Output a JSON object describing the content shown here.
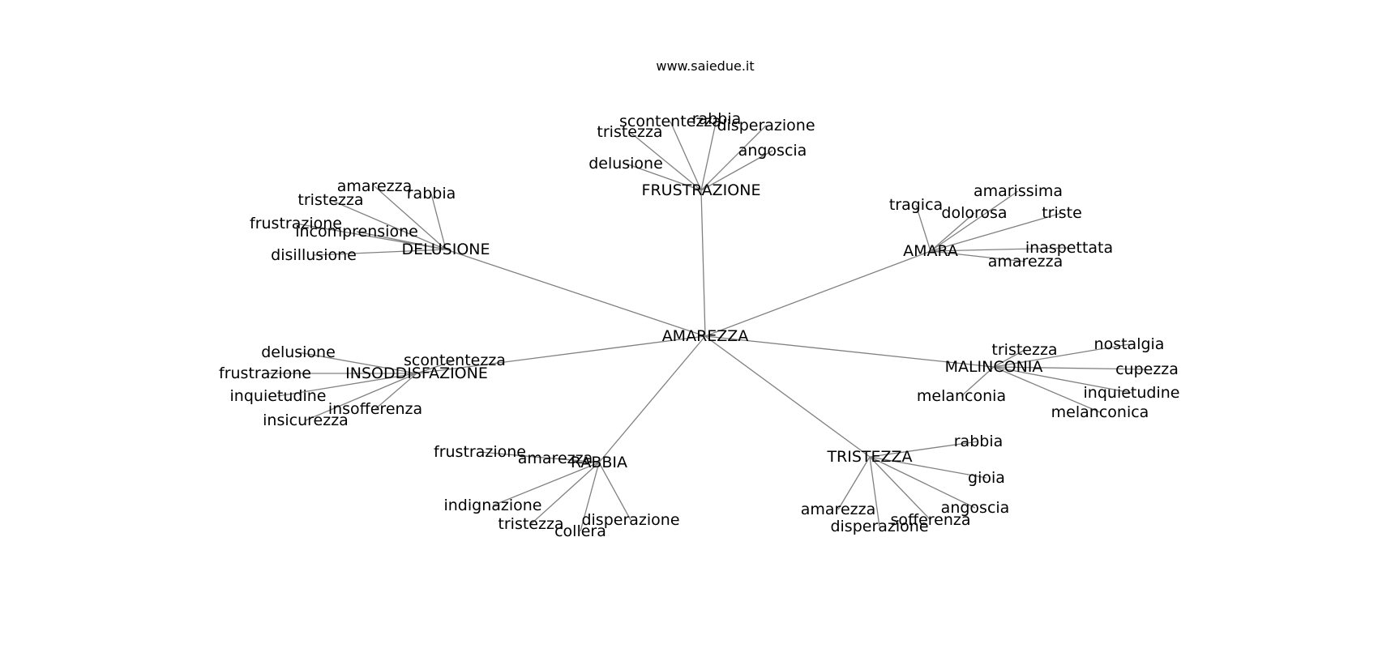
{
  "site": "www.saiedue.it",
  "colors": {
    "edge": "#808080",
    "text": "#000000",
    "background": "#ffffff"
  },
  "graph": {
    "root": "AMAREZZA",
    "branches": [
      {
        "id": "frustrazione",
        "label": "FRUSTRAZIONE",
        "leaves": [
          "scontentezza",
          "rabbia",
          "disperazione",
          "tristezza",
          "angoscia",
          "delusione"
        ]
      },
      {
        "id": "delusione",
        "label": "DELUSIONE",
        "leaves": [
          "amarezza",
          "rabbia",
          "tristezza",
          "frustrazione",
          "incomprensione",
          "disillusione"
        ]
      },
      {
        "id": "amara",
        "label": "AMARA",
        "leaves": [
          "amarissima",
          "tragica",
          "dolorosa",
          "triste",
          "inaspettata",
          "amarezza"
        ]
      },
      {
        "id": "insoddisfazione",
        "label": "INSODDISFAZIONE",
        "leaves": [
          "delusione",
          "scontentezza",
          "frustrazione",
          "inquietudine",
          "insofferenza",
          "insicurezza"
        ]
      },
      {
        "id": "malinconia",
        "label": "MALINCONIA",
        "leaves": [
          "tristezza",
          "nostalgia",
          "cupezza",
          "inquietudine",
          "melanconia",
          "melanconica"
        ]
      },
      {
        "id": "rabbia",
        "label": "RABBIA",
        "leaves": [
          "frustrazione",
          "amarezza",
          "indignazione",
          "tristezza",
          "disperazione",
          "collera"
        ]
      },
      {
        "id": "tristezza",
        "label": "TRISTEZZA",
        "leaves": [
          "rabbia",
          "gioia",
          "angoscia",
          "amarezza",
          "sofferenza",
          "disperazione"
        ]
      }
    ]
  }
}
